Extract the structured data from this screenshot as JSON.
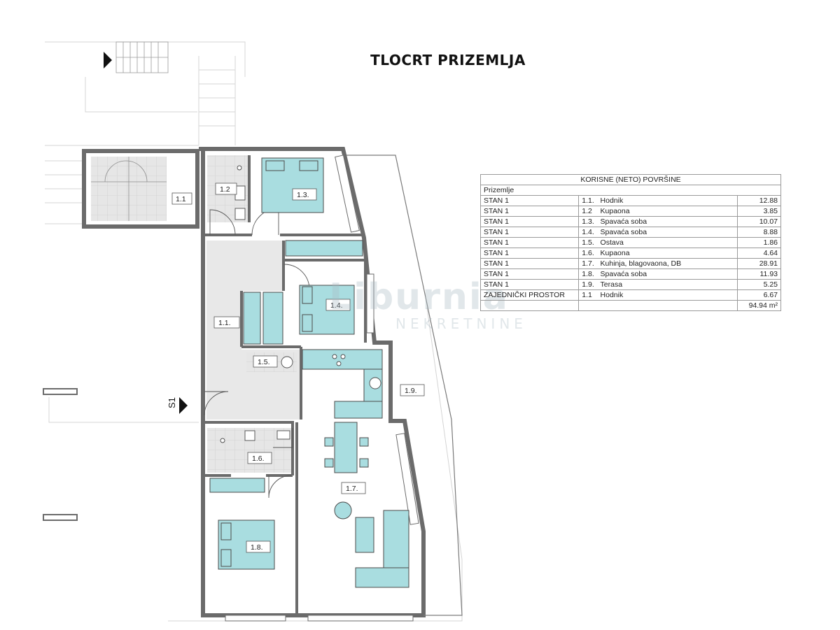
{
  "title": "TLOCRT PRIZEMLJA",
  "watermark": {
    "brand": "Liburnia",
    "sub": "NEKRETNINE"
  },
  "colors": {
    "furniture": "#a9dde0",
    "wall": "#6b6b6b",
    "tile": "#e4e4e4",
    "corridor": "#e7e7e7"
  },
  "room_labels": {
    "r1_1_stair": "1.1",
    "r1_2": "1.2",
    "r1_3": "1.3.",
    "r1_1": "1.1.",
    "r1_4": "1.4.",
    "r1_5": "1.5.",
    "r1_6": "1.6.",
    "r1_7": "1.7.",
    "r1_8": "1.8.",
    "r1_9": "1.9."
  },
  "section_marker": "S1",
  "area_table": {
    "header": "KORISNE (NETO) POVRŠINE",
    "subheader": "Prizemlje",
    "rows": [
      {
        "unit": "STAN 1",
        "no": "1.1.",
        "room": "Hodnik",
        "area": "12.88"
      },
      {
        "unit": "STAN 1",
        "no": "1.2",
        "room": "Kupaona",
        "area": "3.85"
      },
      {
        "unit": "STAN 1",
        "no": "1.3.",
        "room": "Spavaća soba",
        "area": "10.07"
      },
      {
        "unit": "STAN 1",
        "no": "1.4.",
        "room": "Spavaća soba",
        "area": "8.88"
      },
      {
        "unit": "STAN 1",
        "no": "1.5.",
        "room": "Ostava",
        "area": "1.86"
      },
      {
        "unit": "STAN 1",
        "no": "1.6.",
        "room": "Kupaona",
        "area": "4.64"
      },
      {
        "unit": "STAN 1",
        "no": "1.7.",
        "room": "Kuhinja, blagovaona, DB",
        "area": "28.91"
      },
      {
        "unit": "STAN 1",
        "no": "1.8.",
        "room": "Spavaća soba",
        "area": "11.93"
      },
      {
        "unit": "STAN 1",
        "no": "1.9.",
        "room": "Terasa",
        "area": "5.25"
      },
      {
        "unit": "ZAJEDNIČKI PROSTOR",
        "no": "1.1",
        "room": "Hodnik",
        "area": "6.67"
      }
    ],
    "total": "94.94 m²"
  }
}
